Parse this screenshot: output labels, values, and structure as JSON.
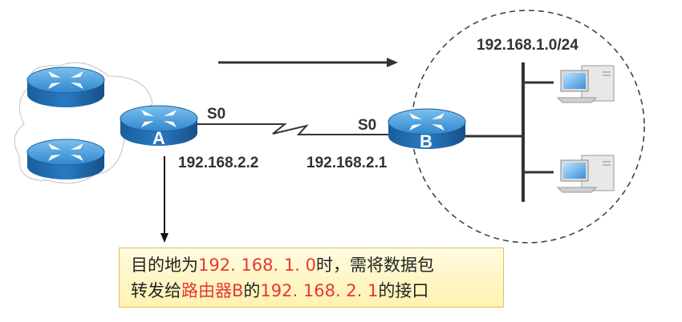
{
  "labels": {
    "network": "192.168.1.0/24",
    "a_iface": "S0",
    "b_iface": "S0",
    "a_ip": "192.168.2.2",
    "b_ip": "192.168.2.1",
    "router_a": "A",
    "router_b": "B"
  },
  "note": {
    "line1": [
      {
        "text": "目的地为",
        "style": "plain"
      },
      {
        "text": "192. 168. 1. 0",
        "style": "red"
      },
      {
        "text": "时，需将数据包",
        "style": "plain"
      }
    ],
    "line2": [
      {
        "text": "转发给",
        "style": "plain"
      },
      {
        "text": "路由器B",
        "style": "red"
      },
      {
        "text": "的",
        "style": "plain"
      },
      {
        "text": "192. 168. 2. 1",
        "style": "red"
      },
      {
        "text": "的接口",
        "style": "plain"
      }
    ]
  },
  "colors": {
    "router": "#1e6fb8",
    "router_top": "#5aa9e6",
    "highlight": "#e53935",
    "line": "#333333"
  }
}
